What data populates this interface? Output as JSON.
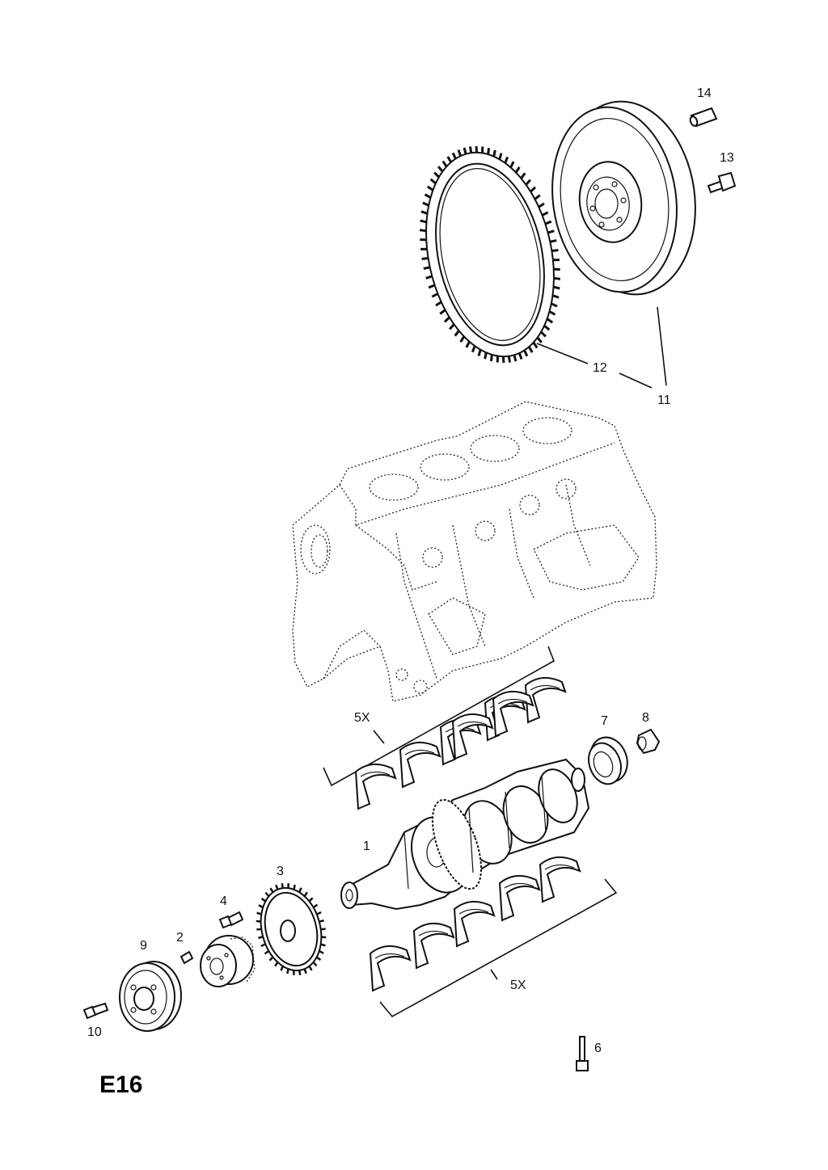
{
  "diagram": {
    "code": "E16",
    "callouts": {
      "c1": "1",
      "c2": "2",
      "c3": "3",
      "c4": "4",
      "c5x_upper": "5X",
      "c5x_lower": "5X",
      "c6": "6",
      "c7": "7",
      "c8": "8",
      "c9": "9",
      "c10": "10",
      "c11": "11",
      "c12": "12",
      "c13": "13",
      "c14": "14"
    }
  }
}
